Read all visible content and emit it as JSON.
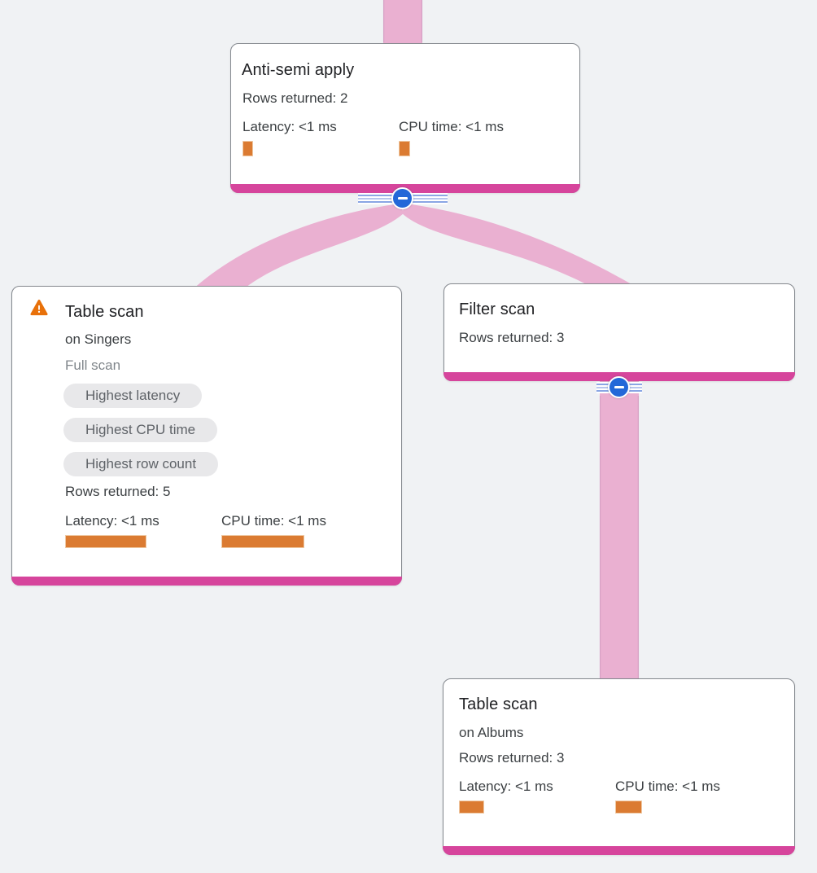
{
  "colors": {
    "background": "#f0f2f4",
    "flow_pink": "#eab0d1",
    "flow_edge": "#d7a2c5",
    "node_bottom_bar": "#d6459c",
    "metric_bar_orange": "#db7b32",
    "collapse_blue": "#2368d8",
    "warning_orange": "#e8710a",
    "badge_bg": "#e8e8ea",
    "badge_text": "#5f6368"
  },
  "icons": {
    "collapse": "minus-icon",
    "warning": "warning-triangle-icon"
  },
  "nodes": [
    {
      "title": "Anti-semi apply",
      "rows_returned": "Rows returned: 2",
      "metrics": [
        {
          "label": "Latency: <1 ms",
          "bar": {
            "width": 11,
            "height": 17
          }
        },
        {
          "label": "CPU time: <1 ms",
          "bar": {
            "width": 12,
            "height": 17
          }
        }
      ]
    },
    {
      "title": "Table scan",
      "has_warning": true,
      "subtitle": "on Singers",
      "scan_type": "Full scan",
      "badges": [
        "Highest latency",
        "Highest CPU time",
        "Highest row count"
      ],
      "rows_returned": "Rows returned: 5",
      "metrics": [
        {
          "label": "Latency: <1 ms",
          "bar": {
            "width": 98,
            "height": 14
          }
        },
        {
          "label": "CPU time: <1 ms",
          "bar": {
            "width": 100,
            "height": 14
          }
        }
      ]
    },
    {
      "title": "Filter scan",
      "rows_returned": "Rows returned: 3"
    },
    {
      "title": "Table scan",
      "subtitle": "on Albums",
      "rows_returned": "Rows returned: 3",
      "metrics": [
        {
          "label": "Latency: <1 ms",
          "bar": {
            "width": 29,
            "height": 14
          }
        },
        {
          "label": "CPU time: <1 ms",
          "bar": {
            "width": 31,
            "height": 14
          }
        }
      ]
    }
  ]
}
